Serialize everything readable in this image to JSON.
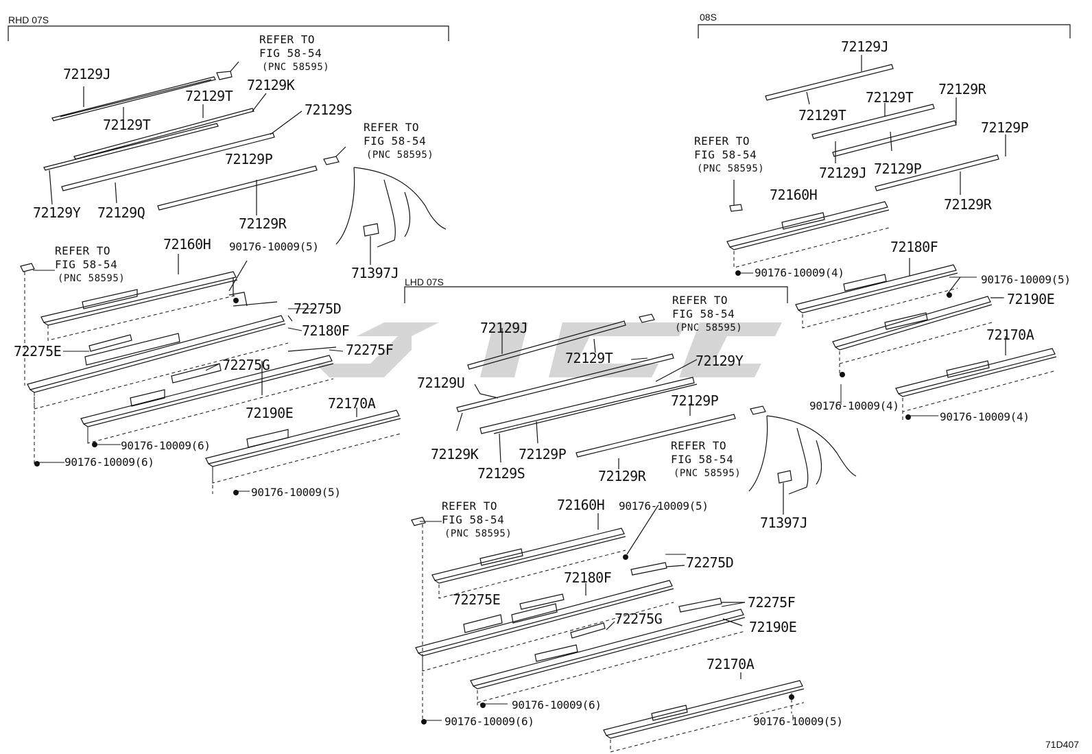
{
  "groups": {
    "rhd": "RHD 07S",
    "s08": "08S",
    "lhd": "LHD 07S"
  },
  "refer": {
    "line1": "REFER TO",
    "line2": "FIG 58-54",
    "line3": "(PNC 58595)"
  },
  "parts": {
    "p72129J": "72129J",
    "p72129T": "72129T",
    "p72129K": "72129K",
    "p72129S": "72129S",
    "p72129P": "72129P",
    "p72129R": "72129R",
    "p72129Y": "72129Y",
    "p72129Q": "72129Q",
    "p72129U": "72129U",
    "p72160H": "72160H",
    "p72180F": "72180F",
    "p72190E": "72190E",
    "p72170A": "72170A",
    "p72275D": "72275D",
    "p72275E": "72275E",
    "p72275F": "72275F",
    "p72275G": "72275G",
    "p71397J": "71397J"
  },
  "fasteners": {
    "f4": "90176-10009(4)",
    "f5": "90176-10009(5)",
    "f6": "90176-10009(6)"
  },
  "illustration_code": "71D407",
  "colors": {
    "line": "#111111",
    "watermark": "#c8c8c8"
  }
}
